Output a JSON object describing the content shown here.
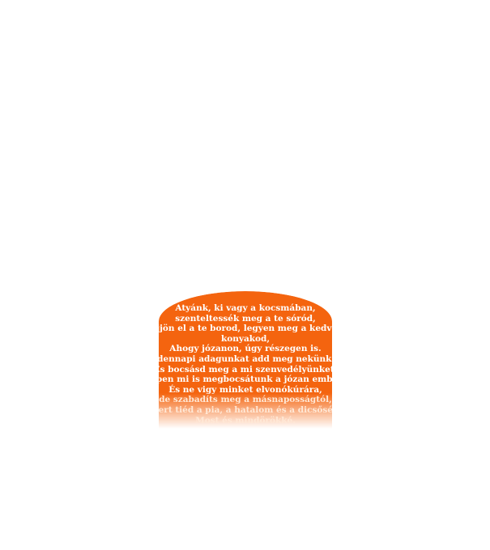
{
  "poem": {
    "lines": [
      "Atyánk, ki vagy a kocsmában,",
      "szenteltessék meg a te sóród,",
      "jöjjön el a te borod, legyen meg a kedved",
      "konyakod,",
      "Ahogy józanon, úgy részegen is.",
      "mindennapi adagunkat add meg nekünk ma,",
      "És bocsásd meg a mi szenvedélyünket,",
      "Miképpen mi is megbocsátunk a józan embereknek,",
      "És ne vigy minket elvonókúrára,",
      "de szabadíts meg a másnaposságtól,",
      "Mert tiéd a pia, a hatalom és a dicsőség,",
      "Most és mindörökké."
    ]
  },
  "colors": {
    "background": "#ffffff",
    "blob": "#f4640f",
    "text": "#ffffff"
  }
}
